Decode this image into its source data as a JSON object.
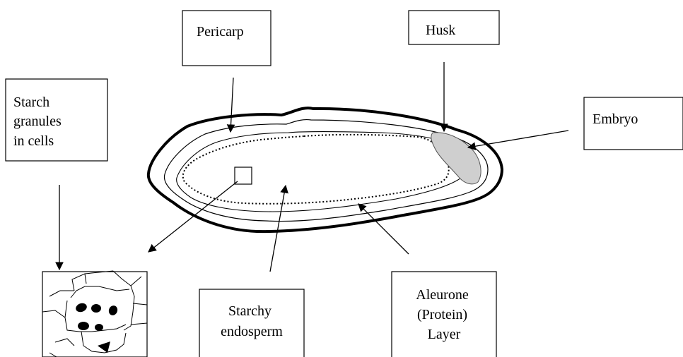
{
  "diagram": {
    "labels": {
      "pericarp": "Pericarp",
      "husk": "Husk",
      "embryo": "Embryo",
      "starch_granules": [
        "Starch",
        "granules",
        "in cells"
      ],
      "starchy_endosperm": [
        "Starchy",
        "endosperm"
      ],
      "aleurone": [
        "Aleurone",
        "(Protein)",
        "Layer"
      ]
    }
  }
}
